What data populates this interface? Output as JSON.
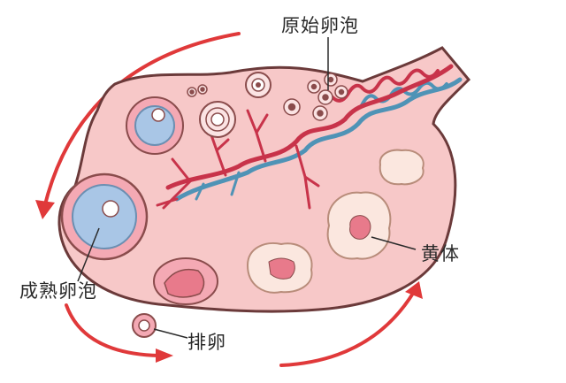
{
  "labels": {
    "primordial_follicle": "原始卵泡",
    "mature_follicle": "成熟卵泡",
    "corpus_luteum": "黄体",
    "ovulation": "排卵"
  },
  "colors": {
    "ovary_fill": "#f7c8c8",
    "ovary_outline": "#6b3a3a",
    "artery": "#c8334a",
    "vein": "#4f93b6",
    "cycle_arrow": "#e0393a",
    "follicle_fluid": "#a9c6e6",
    "corpus_luteum_fill": "#fbe7df",
    "corpus_luteum_core": "#e87a8b"
  }
}
